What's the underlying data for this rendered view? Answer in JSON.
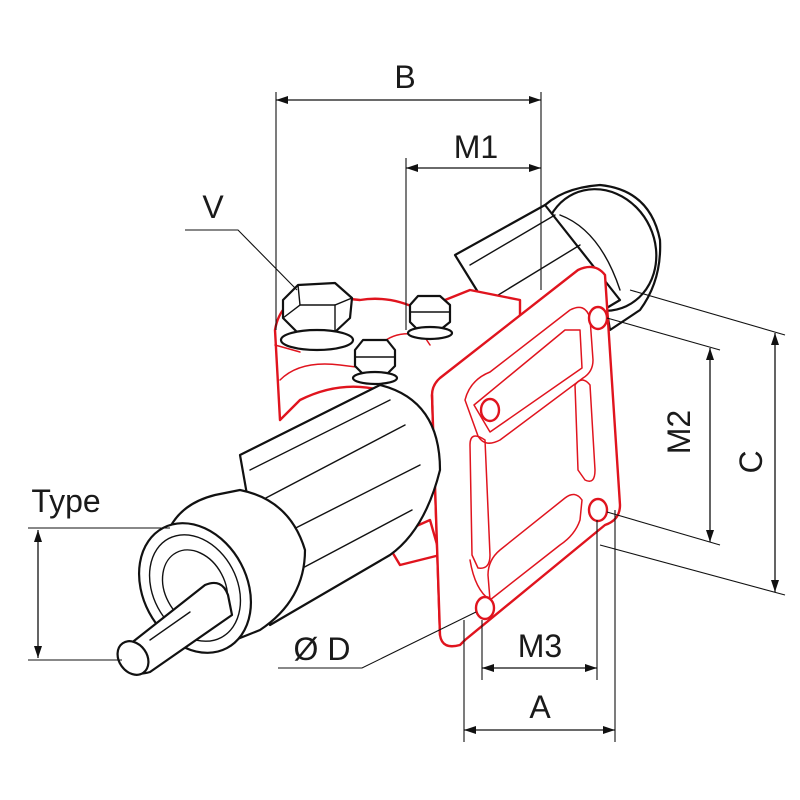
{
  "labels": {
    "B": "B",
    "M1": "M1",
    "V": "V",
    "M2": "M2",
    "C": "C",
    "Type": "Type",
    "D": "Ø D",
    "M3": "M3",
    "A": "A"
  },
  "colors": {
    "bracket": "#e0141e",
    "outline": "#111111",
    "background": "#ffffff"
  }
}
